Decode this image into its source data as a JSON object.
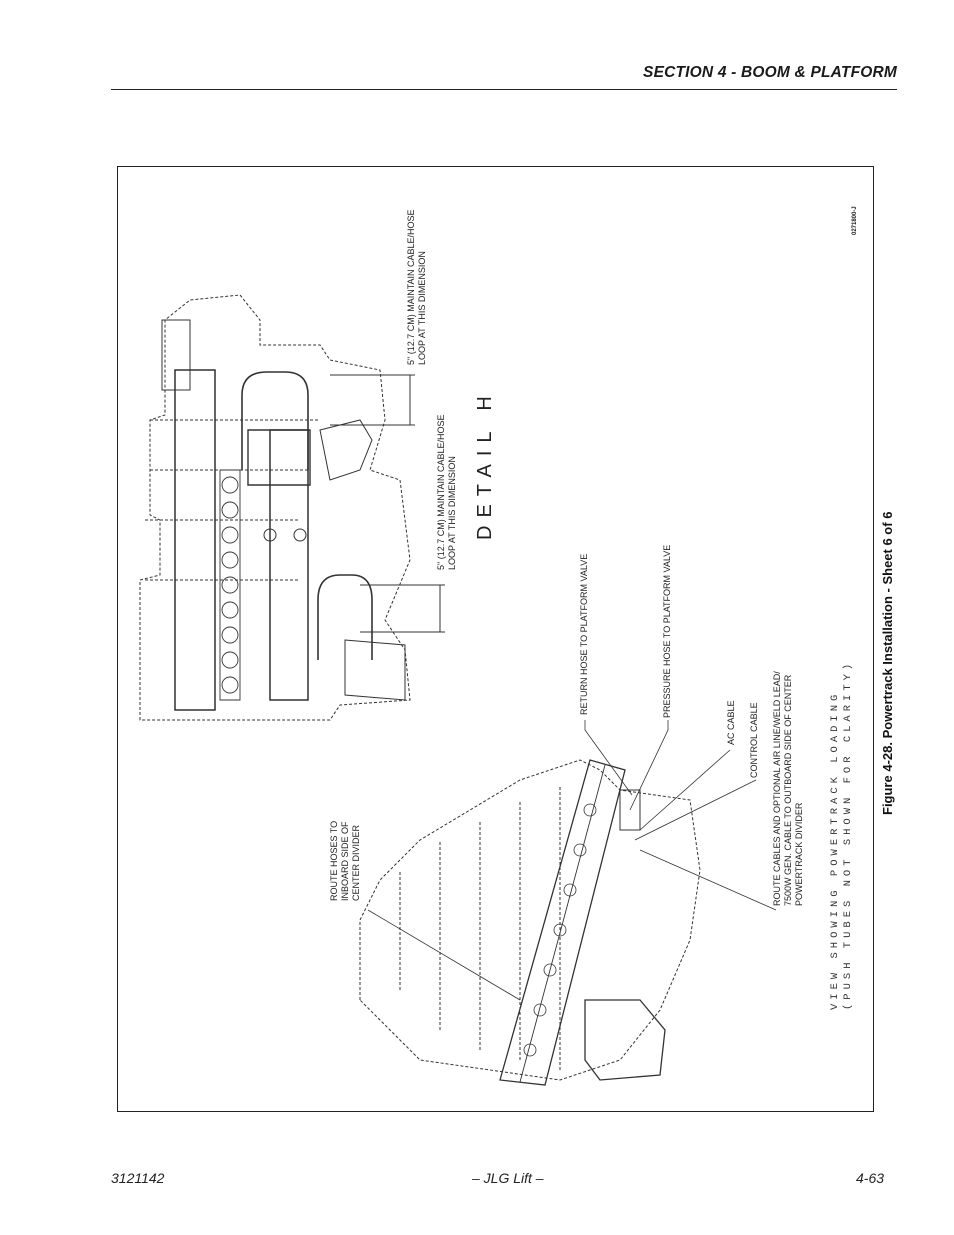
{
  "header": {
    "title": "SECTION 4 - BOOM & PLATFORM"
  },
  "figure": {
    "caption": "Figure 4-28. Powertrack Installation - Sheet 6 of 6",
    "part_number": "0271800-J",
    "detail_label": "DETAIL H",
    "view_note": [
      "VIEW SHOWING POWERTRACK LOADING",
      "(PUSH TUBES NOT SHOWN FOR CLARITY)"
    ],
    "labels": {
      "dim_upper": [
        "5\" (12.7 CM) MAINTAIN CABLE/HOSE",
        "LOOP AT THIS DIMENSION"
      ],
      "dim_lower": [
        "5\" (12.7 CM) MAINTAIN CABLE/HOSE",
        "LOOP AT THIS DIMENSION"
      ],
      "return_hose": "RETURN HOSE TO PLATFORM VALVE",
      "pressure_hose": "PRESSURE HOSE TO PLATFORM VALVE",
      "ac_cable": "AC CABLE",
      "control_cable": "CONTROL CABLE",
      "route_cables": [
        "ROUTE CABLES AND OPTIONAL AIR LINE/WELD LEAD/",
        "7500W GEN. CABLE TO OUTBOARD SIDE OF CENTER",
        "POWERTRACK DIVIDER"
      ],
      "route_hoses": [
        "ROUTE HOSES TO",
        "INBOARD SIDE OF",
        "CENTER DIVIDER"
      ]
    }
  },
  "footer": {
    "doc_number": "3121142",
    "center": "– JLG Lift –",
    "page": "4-63"
  }
}
